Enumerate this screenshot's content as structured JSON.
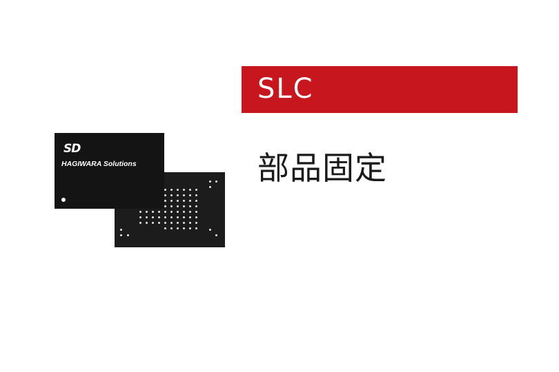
{
  "banner": {
    "label": "SLC",
    "color": "#c8161e"
  },
  "feature": {
    "text": "部品固定"
  },
  "chip": {
    "logo_text": "SD",
    "brand_text": "HAGIWARA Solutions"
  }
}
